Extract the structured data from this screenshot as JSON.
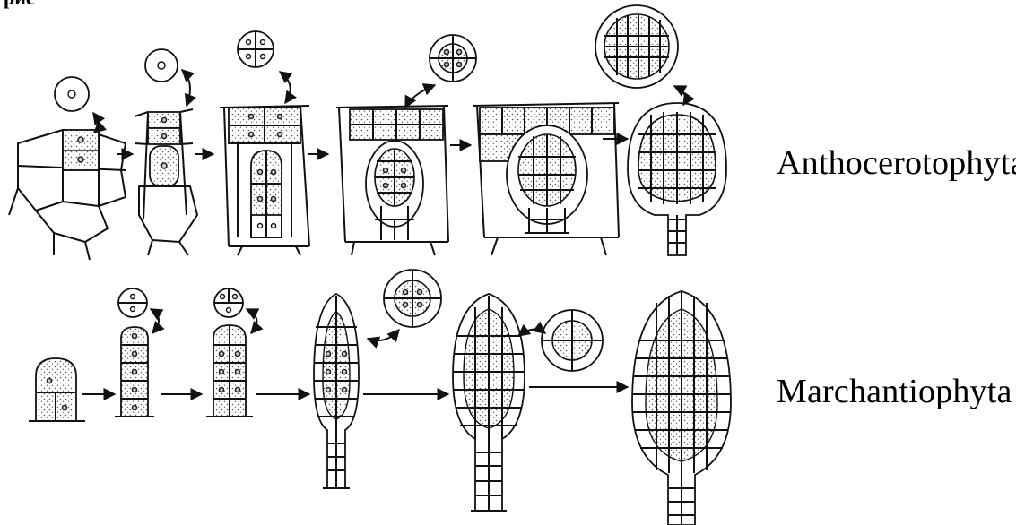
{
  "header_fragment": "рис",
  "rows": [
    {
      "name": "Anthocerotophyta"
    },
    {
      "name": "Marchantiophyta"
    }
  ],
  "colors": {
    "ink": "#111111",
    "stipple": "#cfcfcf",
    "paper": "#ffffff"
  }
}
